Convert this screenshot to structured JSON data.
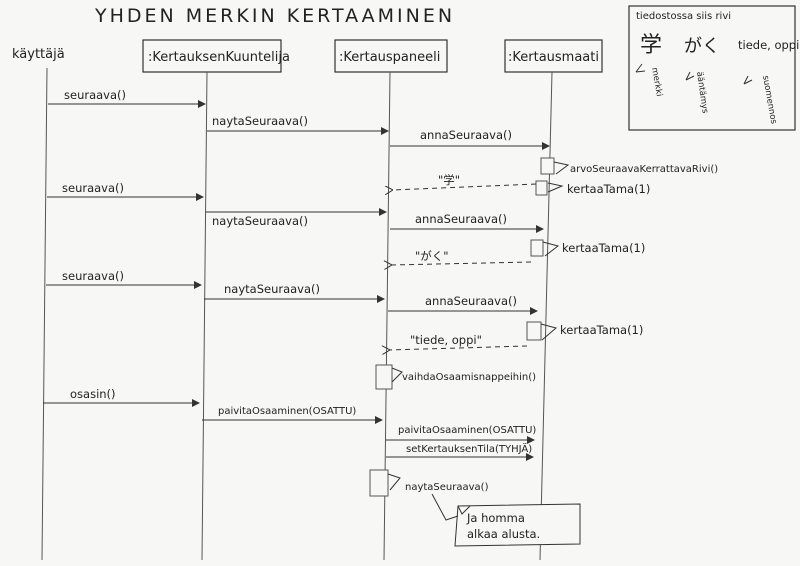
{
  "title": "YHDEN MERKIN KERTAAMINEN",
  "actor": "käyttäjä",
  "participants": [
    ":KertauksenKuuntelija",
    ":Kertauspaneeli",
    ":Kertausmaati"
  ],
  "legend": {
    "header": "tiedostossa siis rivi",
    "kanji": "学",
    "kana": "がく",
    "meaning": "tiede, oppi",
    "notes": [
      "merkki",
      "ääntämys",
      "suomennos"
    ]
  },
  "messages": {
    "seuraava1": "seuraava()",
    "nayta1": "naytaSeuraava()",
    "anna1": "annaSeuraava()",
    "arvo": "arvoSeuraavaKerrattavaRivi()",
    "kerta1": "kertaaTama(1)",
    "return1": "\"学\"",
    "seuraava2": "seuraava()",
    "nayta2": "naytaSeuraava()",
    "anna2": "annaSeuraava()",
    "kerta2": "kertaaTama(1)",
    "return2": "\"がく\"",
    "seuraava3": "seuraava()",
    "nayta3": "naytaSeuraava()",
    "anna3": "annaSeuraava()",
    "kerta3": "kertaaTama(1)",
    "return3": "\"tiede, oppi\"",
    "vaihda": "vaihdaOsaamisnappeihin()",
    "osasin": "osasin()",
    "paivita1": "paivitaOsaaminen(OSATTU)",
    "paivita2": "paivitaOsaaminen(OSATTU)",
    "set": "setKertauksenTila(TYHJÄ)",
    "nayta4": "naytaSeuraava()",
    "note_line1": "Ja homma",
    "note_line2": "alkaa alusta."
  }
}
